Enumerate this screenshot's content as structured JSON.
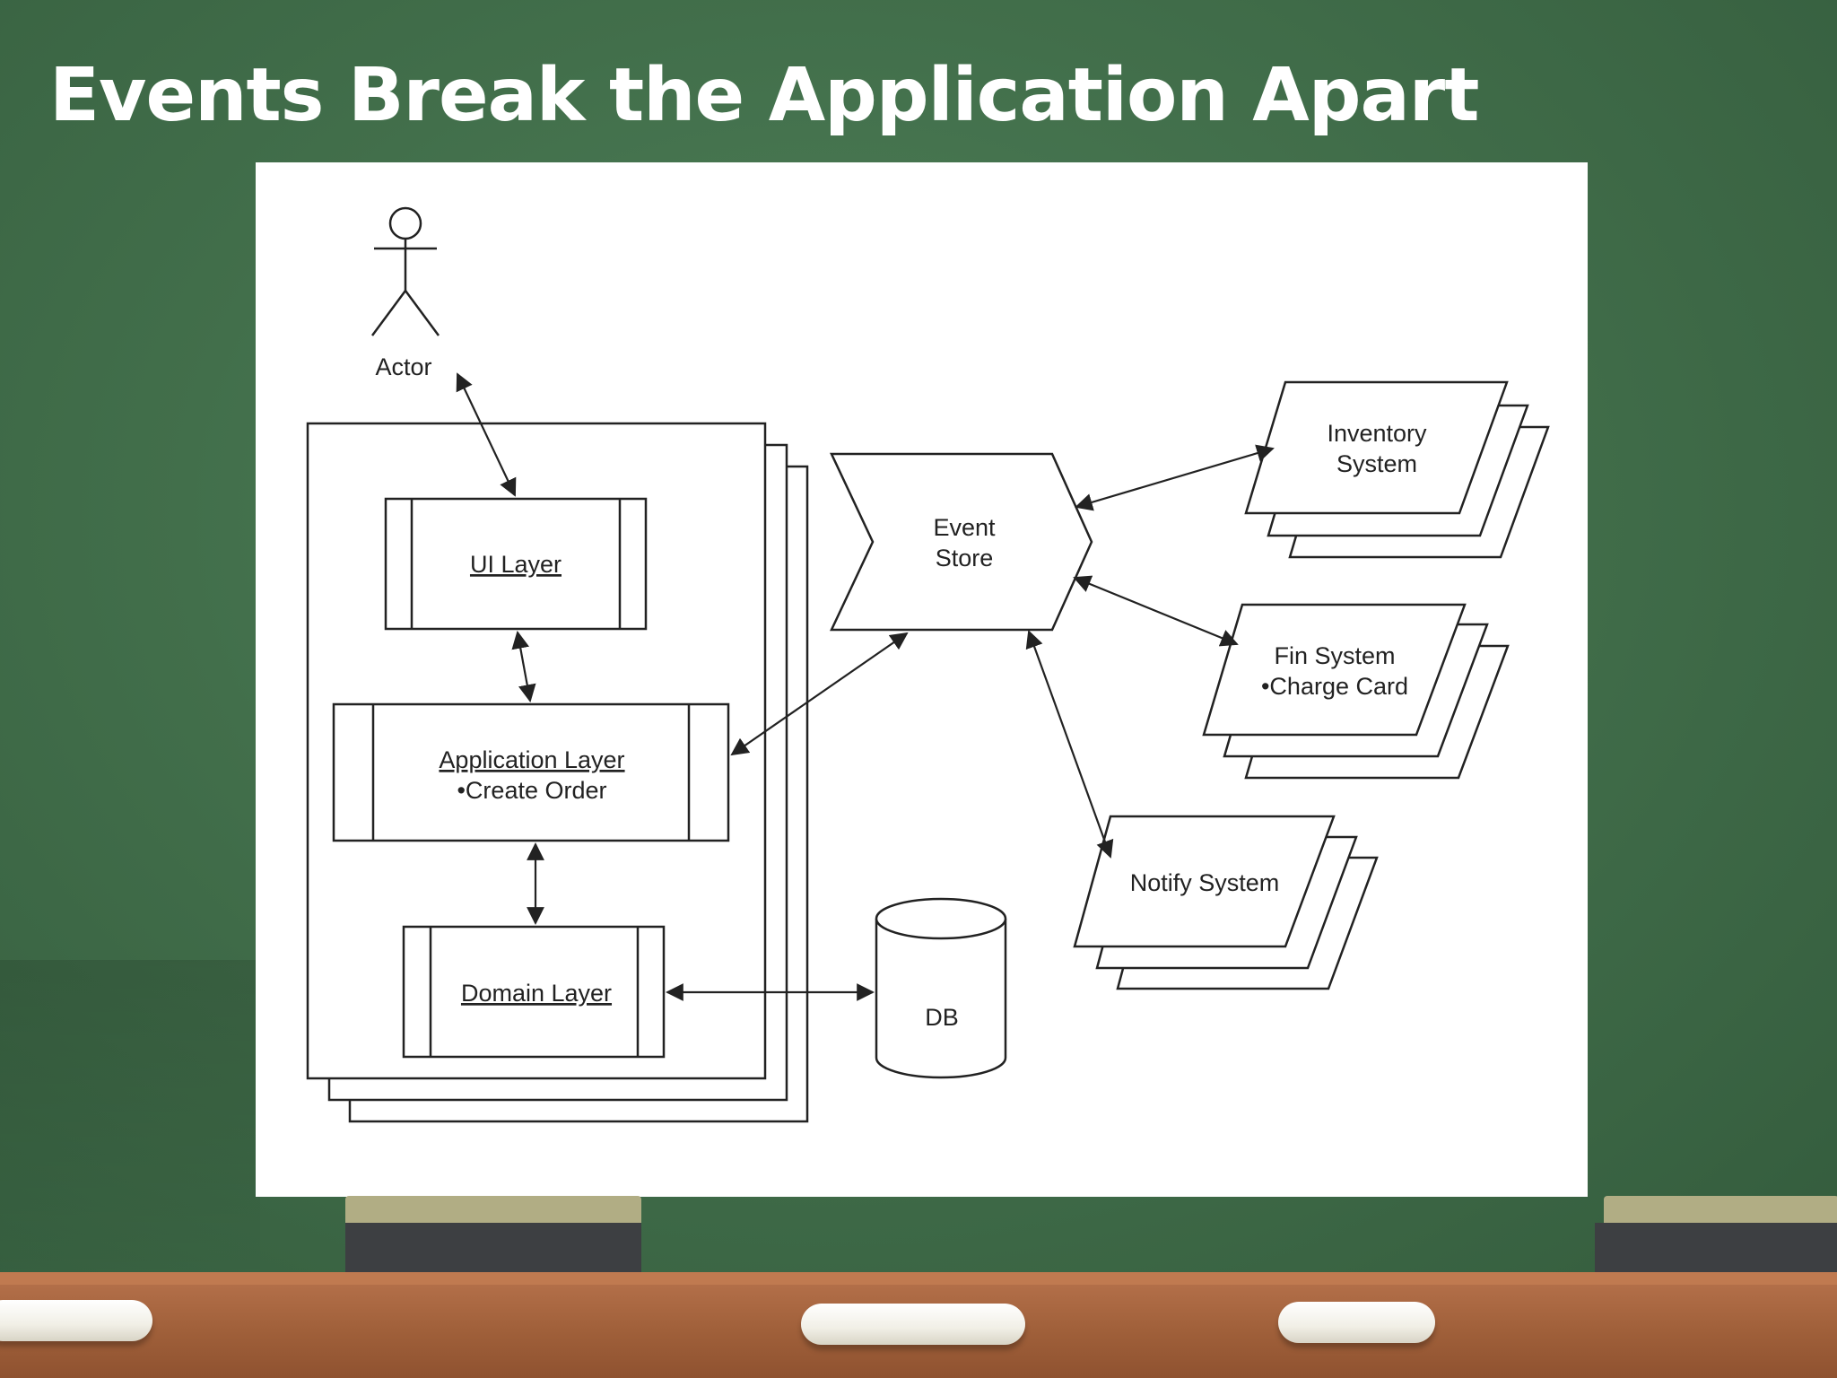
{
  "slide": {
    "title": "Events Break the Application Apart"
  },
  "diagram": {
    "actor": {
      "label": "Actor"
    },
    "ui_layer": {
      "label": "UI Layer"
    },
    "application_layer": {
      "label": "Application Layer",
      "bullet": "•Create Order"
    },
    "domain_layer": {
      "label": "Domain Layer"
    },
    "db": {
      "label": "DB"
    },
    "event_store": {
      "line1": "Event",
      "line2": "Store"
    },
    "inventory_system": {
      "line1": "Inventory",
      "line2": "System"
    },
    "fin_system": {
      "line1": "Fin System",
      "line2": "•Charge Card"
    },
    "notify_system": {
      "label": "Notify System"
    }
  },
  "colors": {
    "board": "#426f4b",
    "stroke": "#222222",
    "ledge": "#a4623c"
  }
}
